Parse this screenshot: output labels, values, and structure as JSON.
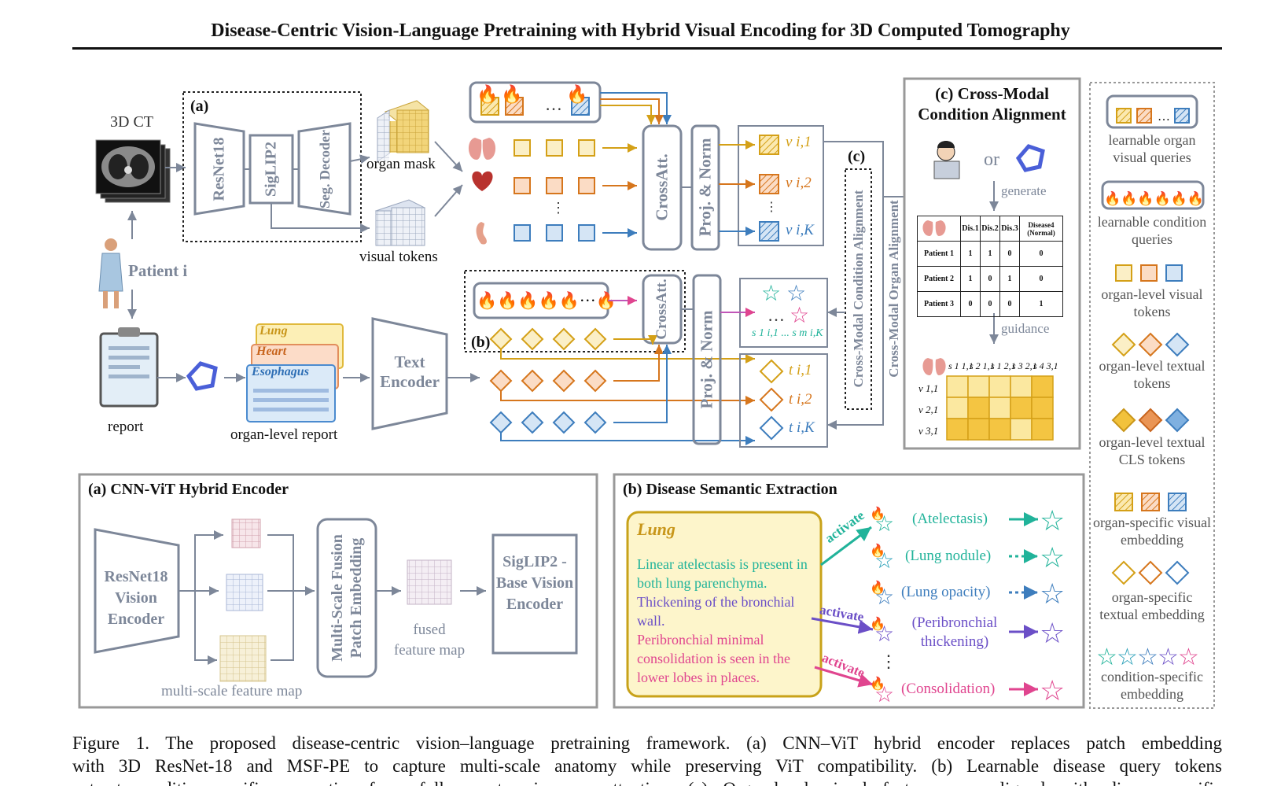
{
  "paper_title": "Disease-Centric Vision-Language Pretraining with Hybrid Visual Encoding for 3D Computed Tomography",
  "pipeline": {
    "ct_label": "3D CT",
    "patient_label": "Patient i",
    "report_label": "report",
    "marker_a": "(a)",
    "marker_b": "(b)",
    "marker_c": "(c)",
    "resnet_label": "ResNet18",
    "siglip_label": "SigLIP2",
    "seg_decoder_label": "Seg. Decoder",
    "organ_mask_label": "organ mask",
    "visual_tokens_label": "visual tokens",
    "crossatt_label": "CrossAtt.",
    "proj_norm_label": "Proj. & Norm",
    "v_labels": [
      "v i,1",
      "v i,2",
      "v i,K"
    ],
    "t_labels": [
      "t i,1",
      "t i,2",
      "t i,K"
    ],
    "s_label": "s 1 i,1 ... s m i,K",
    "organ_report_items": [
      "Lung",
      "Heart",
      "Esophagus"
    ],
    "organ_level_report_label": "organ-level report",
    "text_encoder_label": "Text Encoder",
    "cross_modal_condition_label": "Cross-Modal Condition Alignment",
    "cross_modal_organ_label": "Cross-Modal Organ Alignment"
  },
  "panel_c": {
    "title": "(c) Cross-Modal Condition Alignment",
    "or_label": "or",
    "generate_label": "generate",
    "guidance_label": "guidance",
    "table_headers": [
      "Dis.1",
      "Dis.2",
      "Dis.3",
      "Disease4 (Normal)"
    ],
    "table_rows": [
      {
        "patient": "Patient 1",
        "values": [
          "1",
          "1",
          "0",
          "0"
        ]
      },
      {
        "patient": "Patient 2",
        "values": [
          "1",
          "0",
          "1",
          "0"
        ]
      },
      {
        "patient": "Patient 3",
        "values": [
          "0",
          "0",
          "0",
          "1"
        ]
      }
    ],
    "matrix_col_labels": [
      "s 1 1,1",
      "s 2 1,1",
      "s 1 2,1",
      "s 3 2,1",
      "s 4 3,1"
    ],
    "matrix_row_labels": [
      "v 1,1",
      "v 2,1",
      "v 3,1"
    ],
    "matrix_dark_cells": [
      [
        0,
        0,
        0,
        0,
        1
      ],
      [
        0,
        1,
        0,
        1,
        1
      ],
      [
        1,
        1,
        1,
        0,
        1
      ]
    ]
  },
  "legend": [
    "learnable organ visual queries",
    "learnable condition queries",
    "organ-level visual tokens",
    "organ-level textual tokens",
    "organ-level textual CLS tokens",
    "organ-specific visual embedding",
    "organ-specific textual embedding",
    "condition-specific embedding"
  ],
  "panel_a": {
    "title": "(a) CNN-ViT Hybrid Encoder",
    "resnet_label": "ResNet18 Vision Encoder",
    "msf_label": "Multi-Scale Fusion Patch Embedding",
    "fused_label": "fused feature map",
    "siglip_label": "SigLIP2 -Base Vision Encoder",
    "multiscale_label": "multi-scale feature map"
  },
  "panel_b": {
    "title": "(b) Disease Semantic Extraction",
    "organ": "Lung",
    "report_sentences": [
      "Linear atelectasis is present in both lung parenchyma.",
      "Thickening of the bronchial wall.",
      "Peribronchial minimal consolidation is seen in the lower lobes in places."
    ],
    "activate_label": "activate",
    "conditions": [
      "(Atelectasis)",
      "(Lung nodule)",
      "(Lung opacity)",
      "(Peribronchial thickening)",
      "(Consolidation)"
    ]
  },
  "caption": {
    "figure_label": "Figure 1.",
    "line1": "The proposed disease-centric vision–language pretraining framework. (a) CNN–ViT hybrid encoder replaces patch embedding",
    "line2": "with 3D ResNet-18 and MSF-PE to capture multi-scale anatomy while preserving ViT compatibility. (b) Learnable disease query tokens",
    "line3": "extract condition-specific semantics from full reports via cross-attention. (c) Organ-level visual features are aligned with disease-specific"
  },
  "colors": {
    "accent_gray": "#7d8799",
    "orange": "#d6761d",
    "gold": "#d4a017",
    "blue": "#3d7dbd",
    "teal": "#21b39a",
    "purple": "#6b4fc7",
    "pink": "#e0458f"
  }
}
